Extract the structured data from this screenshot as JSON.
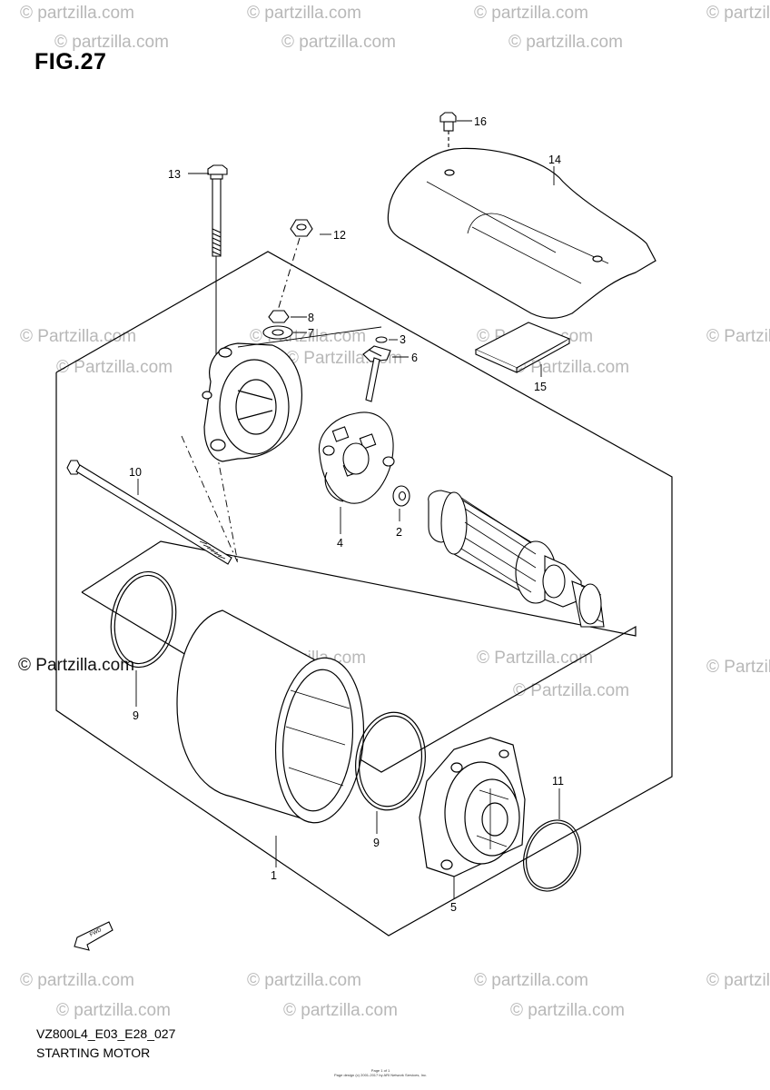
{
  "figure": {
    "title": "FIG.27",
    "code": "VZ800L4_E03_E28_027",
    "caption": "STARTING MOTOR",
    "footer_line1": "Page 1 of 1",
    "footer_line2": "Page design (c) 2001-2017 by ARI Network Services, Inc."
  },
  "watermark": {
    "text": "© Partzilla.com",
    "text_alt": "© partzilla.com"
  },
  "callouts": {
    "c1": "1",
    "c2": "2",
    "c3": "3",
    "c4": "4",
    "c5": "5",
    "c6": "6",
    "c7": "7",
    "c8": "8",
    "c9a": "9",
    "c9b": "9",
    "c10": "10",
    "c11": "11",
    "c12": "12",
    "c13": "13",
    "c14": "14",
    "c15": "15",
    "c16": "16"
  },
  "icons": {
    "fwd_arrow": "FWD"
  },
  "colors": {
    "line": "#000000",
    "watermark": "#b8b8b8",
    "background": "#ffffff"
  }
}
